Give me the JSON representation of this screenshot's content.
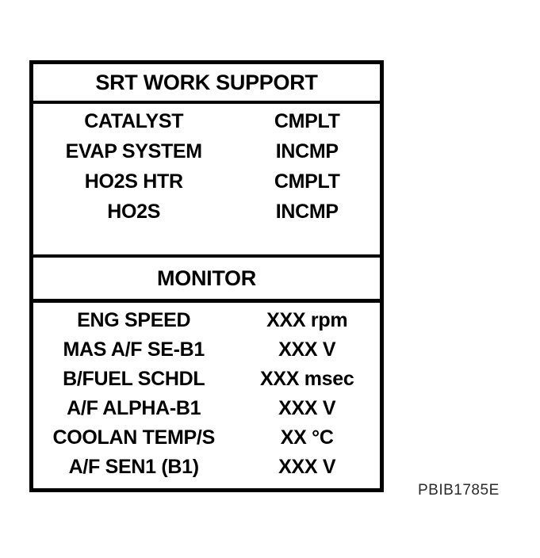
{
  "figure_label": "PBIB1785E",
  "panel": {
    "srt_title": "SRT WORK SUPPORT",
    "srt_rows": [
      {
        "label": "CATALYST",
        "value": "CMPLT"
      },
      {
        "label": "EVAP SYSTEM",
        "value": "INCMP"
      },
      {
        "label": "HO2S HTR",
        "value": "CMPLT"
      },
      {
        "label": "HO2S",
        "value": "INCMP"
      }
    ],
    "monitor_title": "MONITOR",
    "monitor_rows": [
      {
        "label": "ENG SPEED",
        "value": "XXX rpm"
      },
      {
        "label": "MAS A/F SE-B1",
        "value": "XXX V"
      },
      {
        "label": "B/FUEL SCHDL",
        "value": "XXX msec"
      },
      {
        "label": "A/F ALPHA-B1",
        "value": "XXX V"
      },
      {
        "label": "COOLAN TEMP/S",
        "value": "XX °C"
      },
      {
        "label": "A/F SEN1 (B1)",
        "value": "XXX V"
      }
    ]
  },
  "colors": {
    "ink": "#000000",
    "background": "#ffffff",
    "figure_label_color": "#2b2b2b"
  }
}
